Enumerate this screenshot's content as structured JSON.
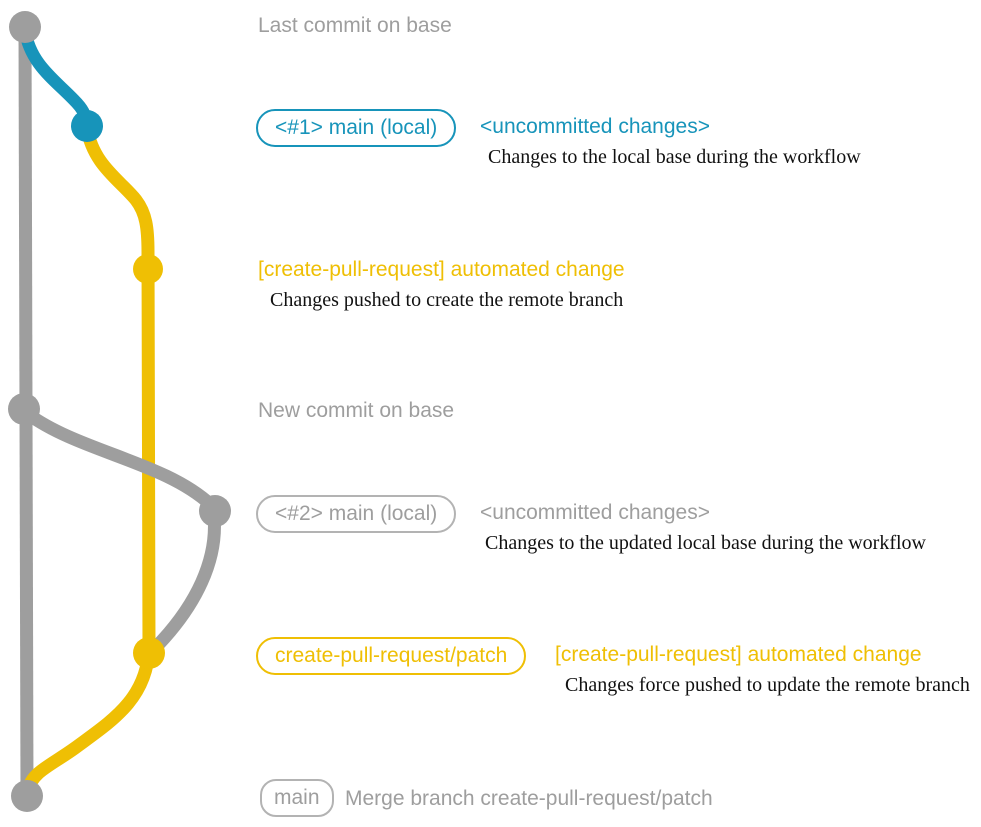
{
  "colors": {
    "blue": "#1794BA",
    "yellow": "#EFBF04",
    "gray": "#9E9E9E",
    "gray_border": "#B3B3B3",
    "note_text": "#111111",
    "background": "#FFFFFF"
  },
  "graph": {
    "base_branch_color": "gray",
    "local_branch_color": "blue",
    "remote_branch_color": "yellow",
    "node_names": [
      "last-commit-on-base",
      "uncommitted-changes-1",
      "automated-change-push-1",
      "new-commit-on-base",
      "uncommitted-changes-2",
      "automated-change-push-2",
      "merge-commit"
    ]
  },
  "rows": {
    "last_commit": {
      "label": "Last commit on base"
    },
    "commit1": {
      "badge": "<#1> main (local)",
      "status": "<uncommitted changes>",
      "note": "Changes to the local base during the workflow"
    },
    "push1": {
      "title": "[create-pull-request] automated change",
      "note": "Changes pushed to create the remote branch"
    },
    "new_commit": {
      "label": "New commit on base"
    },
    "commit2": {
      "badge": "<#2> main (local)",
      "status": "<uncommitted changes>",
      "note": "Changes to the updated local base during the workflow"
    },
    "push2": {
      "badge": "create-pull-request/patch",
      "title": "[create-pull-request] automated change",
      "note": "Changes force pushed to update the remote branch"
    },
    "merge": {
      "badge": "main",
      "title": "Merge branch create-pull-request/patch"
    }
  }
}
